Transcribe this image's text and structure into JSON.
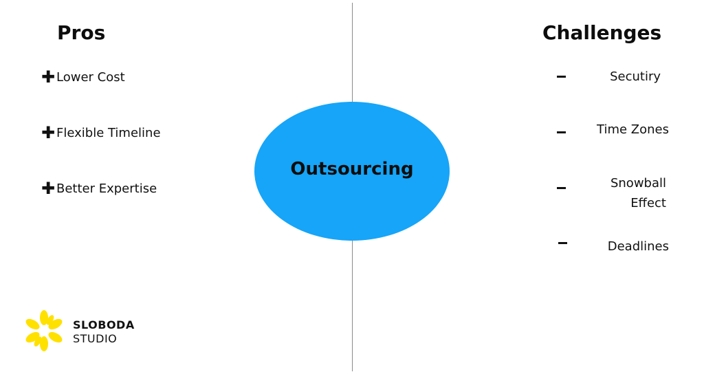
{
  "diagram": {
    "center_label": "Outsourcing",
    "pros": {
      "title": "Pros",
      "items": [
        "Lower Cost",
        "Flexible Timeline",
        "Better Expertise"
      ]
    },
    "challenges": {
      "title": "Challenges",
      "items": [
        {
          "line1": "Secutiry",
          "line2": ""
        },
        {
          "line1": "Time Zones",
          "line2": ""
        },
        {
          "line1": "Snowball",
          "line2": "Effect"
        },
        {
          "line1": "Deadlines",
          "line2": ""
        }
      ]
    },
    "icons": {
      "pro": "plus-icon",
      "challenge": "minus-icon"
    }
  },
  "logo": {
    "line1": "SLOBODA",
    "line2": "STUDIO",
    "icon": "flower-logo-icon",
    "color": "#ffe100"
  },
  "colors": {
    "ellipse": "#16a5f8",
    "divider": "#8a8a8a",
    "text": "#111111"
  }
}
